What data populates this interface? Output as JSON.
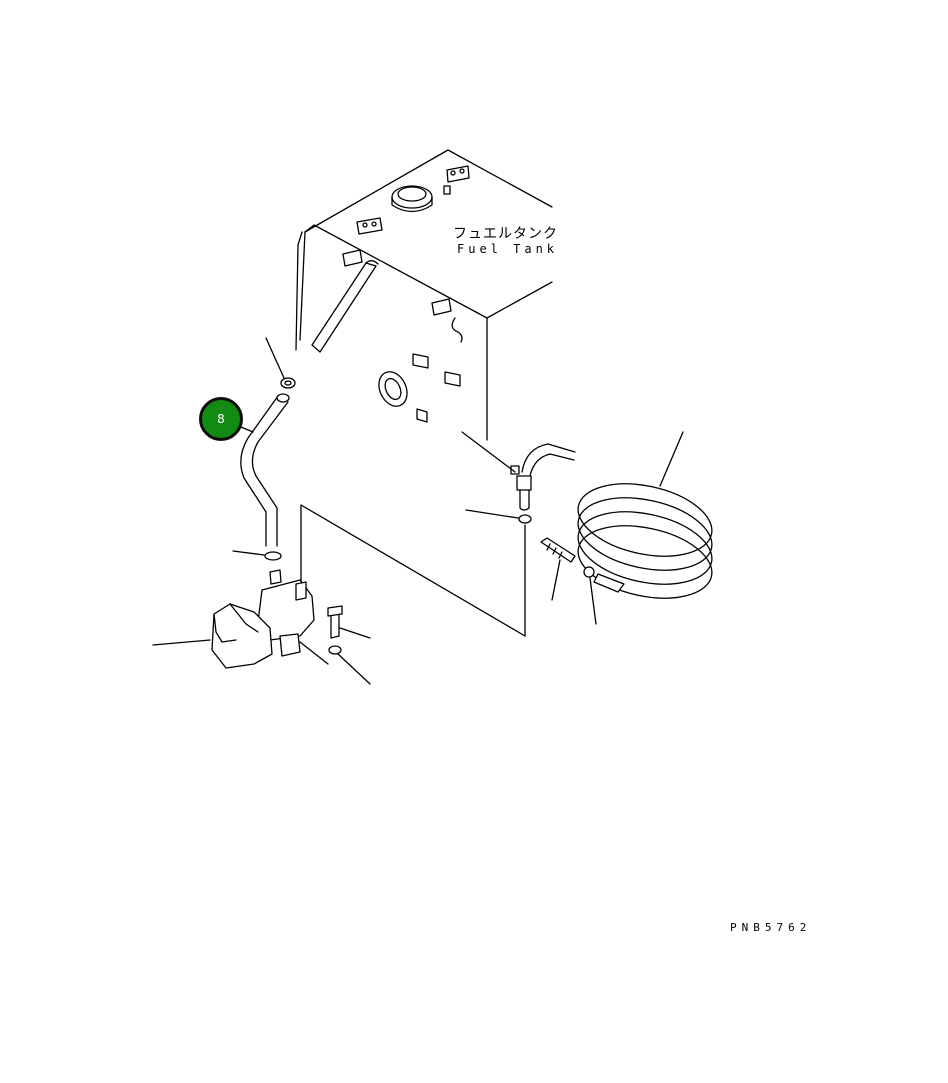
{
  "diagram": {
    "tank_label_jp": "フュエルタンク",
    "tank_label_en": "Fuel Tank",
    "drawing_number": "PNB5762",
    "callout": {
      "number": "8",
      "color": "#138a13"
    }
  }
}
